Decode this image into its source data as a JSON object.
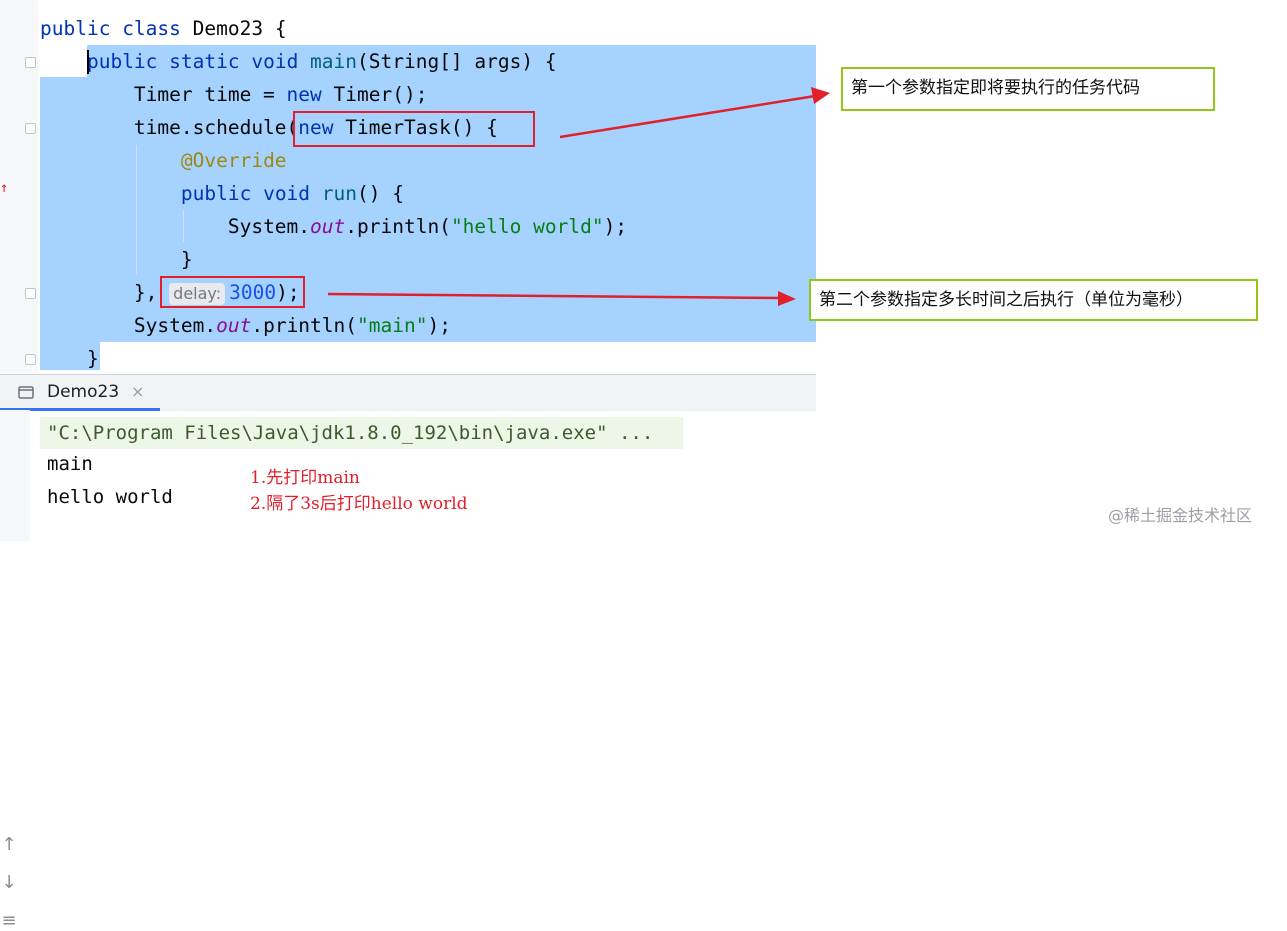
{
  "editor": {
    "lines": [
      {
        "indent": "",
        "parts": [
          {
            "t": "public ",
            "c": "kw"
          },
          {
            "t": "class ",
            "c": "kw"
          },
          {
            "t": "Demo23 {",
            "c": ""
          }
        ]
      },
      {
        "indent": "    ",
        "parts": [
          {
            "t": "public ",
            "c": "kw"
          },
          {
            "t": "static ",
            "c": "kw"
          },
          {
            "t": "void ",
            "c": "kw"
          },
          {
            "t": "main",
            "c": "fn"
          },
          {
            "t": "(String[] args) {",
            "c": ""
          }
        ]
      },
      {
        "indent": "        ",
        "parts": [
          {
            "t": "Timer time = ",
            "c": ""
          },
          {
            "t": "new ",
            "c": "kw"
          },
          {
            "t": "Timer();",
            "c": ""
          }
        ]
      },
      {
        "indent": "        ",
        "parts": [
          {
            "t": "time.schedule(",
            "c": ""
          },
          {
            "t": "new ",
            "c": "kw"
          },
          {
            "t": "TimerTask() {",
            "c": ""
          }
        ]
      },
      {
        "indent": "            ",
        "parts": [
          {
            "t": "@Override",
            "c": "ann"
          }
        ]
      },
      {
        "indent": "            ",
        "parts": [
          {
            "t": "public ",
            "c": "kw"
          },
          {
            "t": "void ",
            "c": "kw"
          },
          {
            "t": "run",
            "c": "fn"
          },
          {
            "t": "() {",
            "c": ""
          }
        ]
      },
      {
        "indent": "                ",
        "parts": [
          {
            "t": "System.",
            "c": ""
          },
          {
            "t": "out",
            "c": "field"
          },
          {
            "t": ".println(",
            "c": ""
          },
          {
            "t": "\"hello world\"",
            "c": "str"
          },
          {
            "t": ");",
            "c": ""
          }
        ]
      },
      {
        "indent": "            ",
        "parts": [
          {
            "t": "}",
            "c": ""
          }
        ]
      },
      {
        "indent": "        ",
        "parts": [
          {
            "t": "}, ",
            "c": ""
          },
          {
            "t": "delay:",
            "c": "hint"
          },
          {
            "t": "3000",
            "c": "num"
          },
          {
            "t": ");",
            "c": ""
          }
        ]
      },
      {
        "indent": "        ",
        "parts": [
          {
            "t": "System.",
            "c": ""
          },
          {
            "t": "out",
            "c": "field"
          },
          {
            "t": ".println(",
            "c": ""
          },
          {
            "t": "\"main\"",
            "c": "str"
          },
          {
            "t": ");",
            "c": ""
          }
        ]
      },
      {
        "indent": "    ",
        "parts": [
          {
            "t": "}",
            "c": ""
          }
        ]
      }
    ]
  },
  "annotations": {
    "note1": "第一个参数指定即将要执行的任务代码",
    "note2": "第二个参数指定多长时间之后执行（单位为毫秒）"
  },
  "run_panel": {
    "tab_label": "Demo23",
    "tab_close": "×",
    "output": [
      "\"C:\\Program Files\\Java\\jdk1.8.0_192\\bin\\java.exe\" ...",
      "main",
      "hello world"
    ],
    "notes": [
      "1.先打印main",
      "2.隔了3s后打印hello world"
    ]
  },
  "watermark": "@稀土掘金技术社区",
  "colors": {
    "selection": "#a6d2ff",
    "highlight_box": "#e0202a",
    "note_border": "#92c61a",
    "arrow": "#e0202a"
  }
}
